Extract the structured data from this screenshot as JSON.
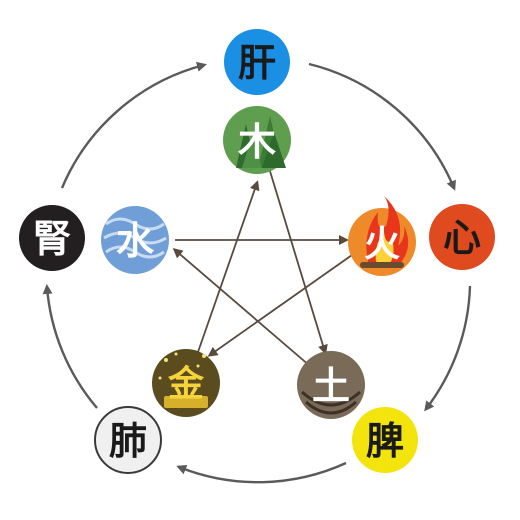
{
  "organs": {
    "liver": {
      "label": "肝",
      "fill": "#1a8fe3",
      "text_color": "#1a1a1a"
    },
    "heart": {
      "label": "心",
      "fill": "#e04a1f",
      "text_color": "#1a1a1a"
    },
    "spleen": {
      "label": "脾",
      "fill": "#f2e40c",
      "text_color": "#1a1a1a"
    },
    "lung": {
      "label": "肺",
      "fill": "#f0f0f0",
      "text_color": "#1a1a1a"
    },
    "kidney": {
      "label": "腎",
      "fill": "#231f20",
      "text_color": "#ffffff"
    }
  },
  "elements": {
    "wood": {
      "label": "木",
      "fill": "#5f9d4f",
      "text_color": "#ffffff"
    },
    "fire": {
      "label": "火",
      "fill": "#ef8a2a",
      "text_color": "#ffffff"
    },
    "earth": {
      "label": "土",
      "fill": "#7a6a58",
      "text_color": "#ffffff"
    },
    "metal": {
      "label": "金",
      "fill": "#5b4c1f",
      "text_color": "#f5d33a"
    },
    "water": {
      "label": "水",
      "fill": "#6f9fd6",
      "text_color": "#ffffff"
    }
  },
  "colors": {
    "cycle_arrow": "#5a5a5a",
    "star_arrow": "#5a4a3d"
  }
}
